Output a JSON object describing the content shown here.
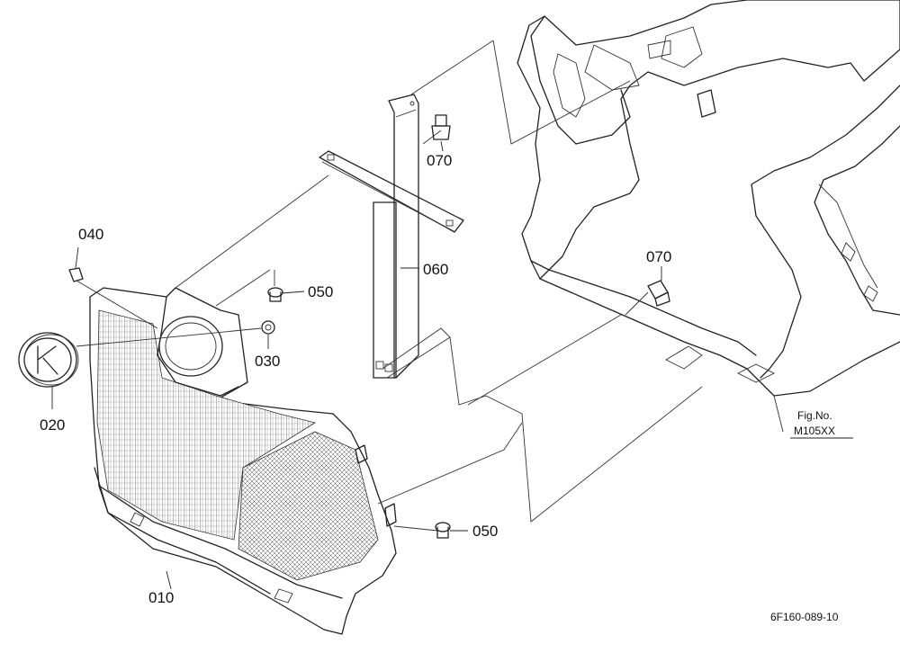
{
  "part_labels": {
    "p010": "010",
    "p020": "020",
    "p030": "030",
    "p040": "040",
    "p050a": "050",
    "p050b": "050",
    "p060": "060",
    "p070a": "070",
    "p070b": "070"
  },
  "figure_ref": {
    "line1": "Fig.No.",
    "line2": "M105XX"
  },
  "drawing_code": "6F160-089-10",
  "colors": {
    "ink": "#222222",
    "paper": "#ffffff"
  }
}
